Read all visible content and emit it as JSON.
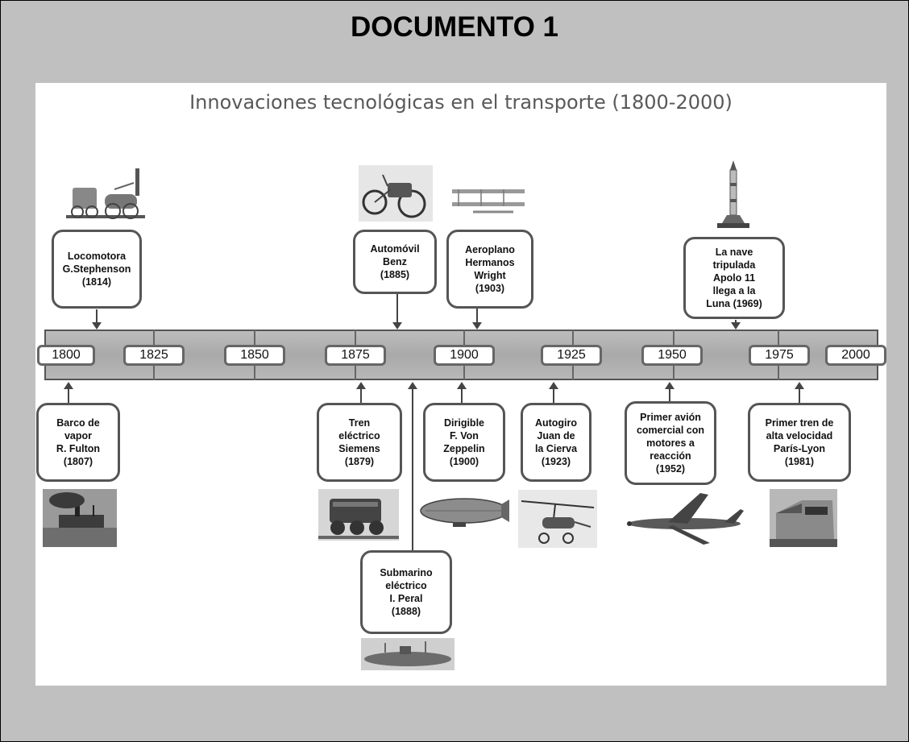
{
  "document_title": "DOCUMENTO 1",
  "slide_title": "Innovaciones tecnológicas en el transporte (1800-2000)",
  "years": [
    "1800",
    "1825",
    "1850",
    "1875",
    "1900",
    "1925",
    "1950",
    "1975",
    "2000"
  ],
  "events_above": [
    {
      "label": "Locomotora\nG.Stephenson\n(1814)",
      "image": "locomotive-image"
    },
    {
      "label": "Automóvil\nBenz\n(1885)",
      "image": "car-image"
    },
    {
      "label": "Aeroplano\nHermanos\nWright\n(1903)",
      "image": "airplane-image"
    },
    {
      "label": "La nave\ntripulada\nApolo 11\nllega a la\nLuna (1969)",
      "image": "rocket-image"
    }
  ],
  "events_below": [
    {
      "label": "Barco de\nvapor\nR. Fulton\n(1807)",
      "image": "steamboat-image"
    },
    {
      "label": "Tren\neléctrico\nSiemens\n(1879)",
      "image": "electric-train-image"
    },
    {
      "label": "Submarino\neléctrico\nI. Peral\n(1888)",
      "image": "submarine-image"
    },
    {
      "label": "Dirigible\nF. Von\nZeppelin\n(1900)",
      "image": "zeppelin-image"
    },
    {
      "label": "Autogiro\nJuan de\nla Cierva\n(1923)",
      "image": "autogyro-image"
    },
    {
      "label": "Primer avión\ncomercial con\nmotores a\nreacción\n(1952)",
      "image": "jet-image"
    },
    {
      "label": "Primer tren de\nalta velocidad\nParís-Lyon\n(1981)",
      "image": "high-speed-train-image"
    }
  ]
}
